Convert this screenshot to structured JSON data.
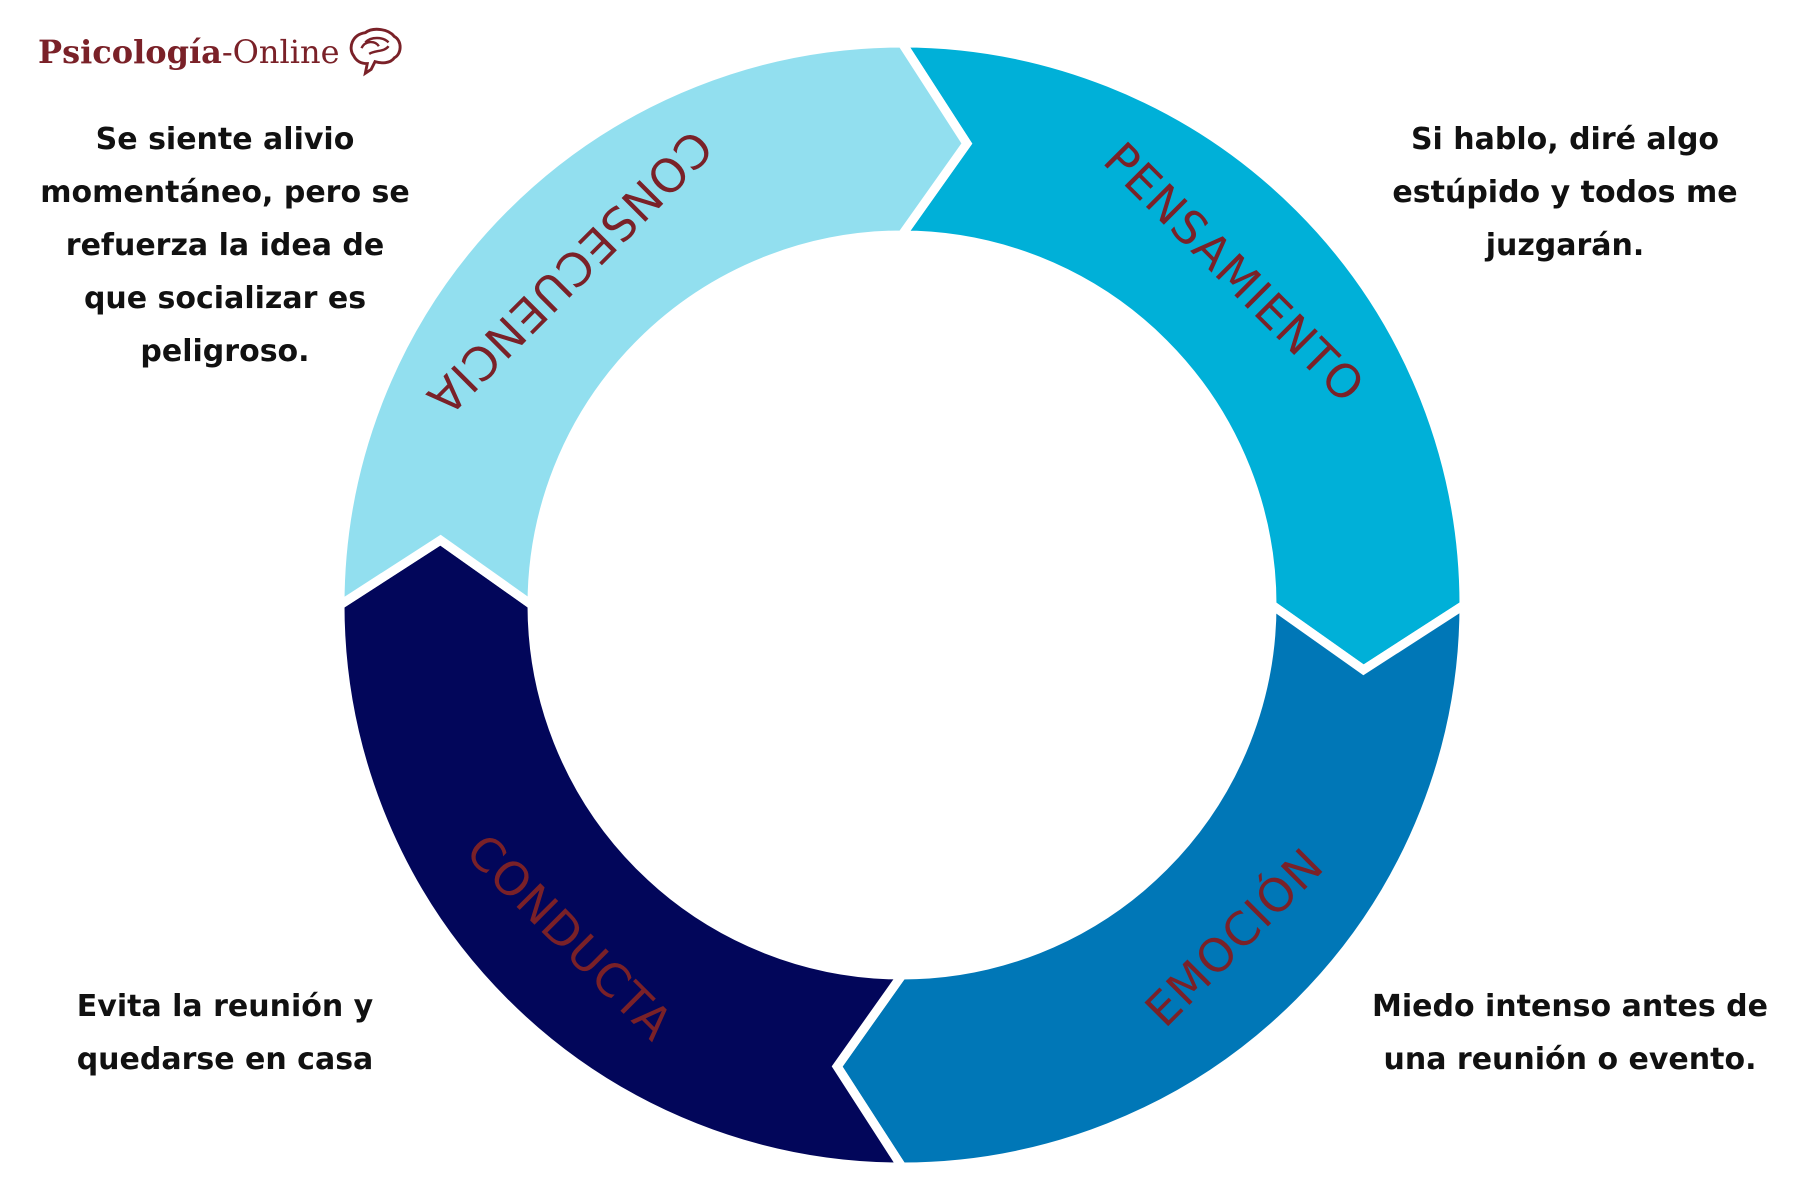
{
  "brand": {
    "logo_part1": "Psicología",
    "logo_part2": "-Online",
    "color": "#7a2128"
  },
  "cycle": {
    "label_color": "#7a2128",
    "segments": [
      {
        "key": "pensamiento",
        "label": "PENSAMIENTO",
        "color": "#00b0d8",
        "icon": "arrow-segment"
      },
      {
        "key": "emocion",
        "label": "EMOCIÓN",
        "color": "#0077b7",
        "icon": "arrow-segment"
      },
      {
        "key": "conducta",
        "label": "CONDUCTA",
        "color": "#02065a",
        "icon": "arrow-segment"
      },
      {
        "key": "consecuencia",
        "label": "CONSECUENCIA",
        "color": "#92dfef",
        "icon": "arrow-segment"
      }
    ]
  },
  "descriptions": {
    "pensamiento": "Si hablo, diré algo estúpido y todos me juzgarán.",
    "emocion": "Miedo intenso antes de una reunión o evento.",
    "conducta": "Evita la reunión y quedarse en casa",
    "consecuencia": "Se siente alivio momentáneo, pero se refuerza la idea de que socializar es peligroso."
  }
}
